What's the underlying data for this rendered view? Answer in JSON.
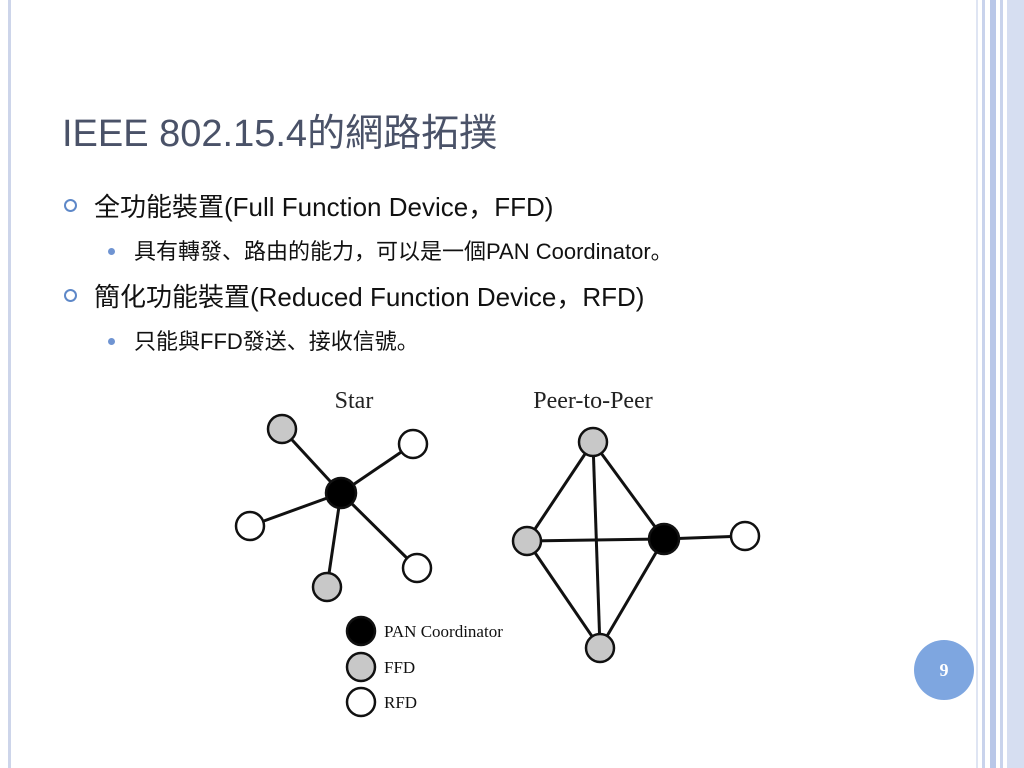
{
  "slide": {
    "title": "IEEE 802.15.4的網路拓撲",
    "page_number": "9"
  },
  "bullets": [
    {
      "text": "全功能裝置(Full Function Device，FFD)",
      "sub": [
        "具有轉發、路由的能力，可以是一個PAN Coordinator。"
      ]
    },
    {
      "text": "簡化功能裝置(Reduced Function Device，RFD)",
      "sub": [
        "只能與FFD發送、接收信號。"
      ]
    }
  ],
  "diagram": {
    "star_label": "Star",
    "p2p_label": "Peer-to-Peer",
    "legend": {
      "pan": "PAN Coordinator",
      "ffd": "FFD",
      "rfd": "RFD"
    },
    "colors": {
      "pan": "#000000",
      "ffd": "#c8c8c8",
      "rfd": "#ffffff",
      "accent": "#7ea6e0"
    }
  }
}
